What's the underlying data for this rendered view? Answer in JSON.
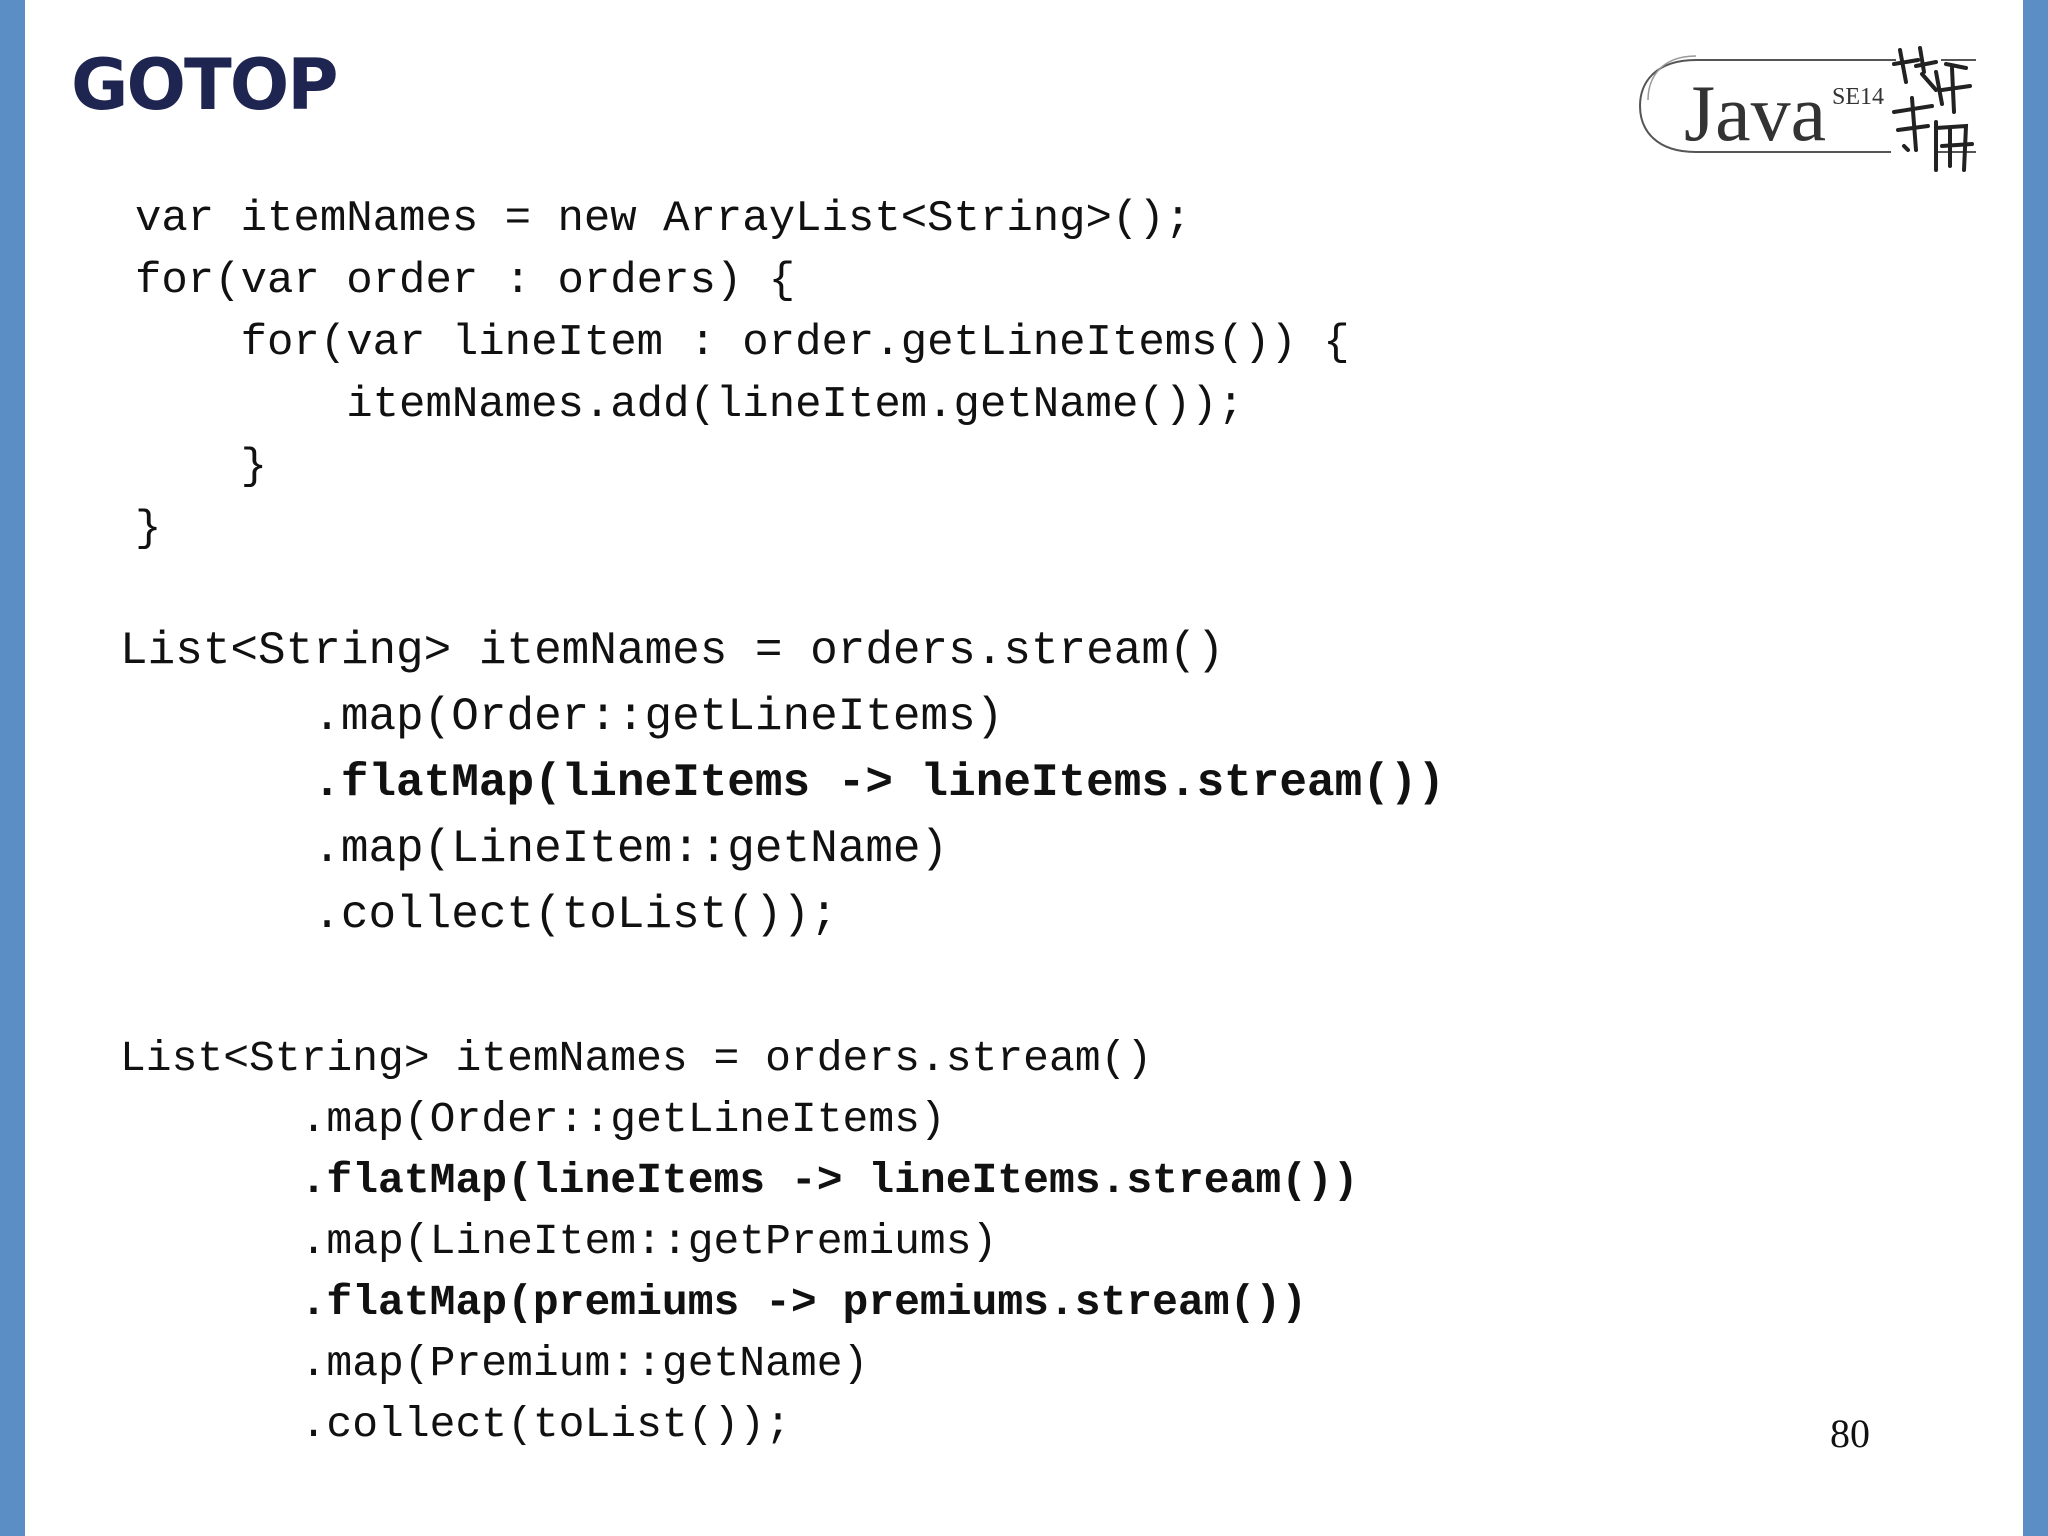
{
  "logo": {
    "gotop": {
      "text": "GOTOP",
      "color": "#1e2550"
    },
    "java": {
      "text": "Java",
      "edition": "SE14",
      "chinese": "技術手冊"
    }
  },
  "code_blocks": [
    {
      "lines": [
        "var itemNames = new ArrayList<String>();",
        "for(var order : orders) {",
        "    for(var lineItem : order.getLineItems()) {",
        "        itemNames.add(lineItem.getName());",
        "    }",
        "}"
      ]
    },
    {
      "lines": [
        "List<String> itemNames = orders.stream()",
        "       .map(Order::getLineItems)",
        "       .flatMap(lineItems -> lineItems.stream())",
        "       .map(LineItem::getName)",
        "       .collect(toList());"
      ],
      "bold_lines": [
        2
      ]
    },
    {
      "lines": [
        "List<String> itemNames = orders.stream()",
        "       .map(Order::getLineItems)",
        "       .flatMap(lineItems -> lineItems.stream())",
        "       .map(LineItem::getPremiums)",
        "       .flatMap(premiums -> premiums.stream())",
        "       .map(Premium::getName)",
        "       .collect(toList());"
      ],
      "bold_lines": [
        2,
        4
      ]
    }
  ],
  "page_number": "80",
  "colors": {
    "side_bar": "#5a8ec4",
    "code_text": "#111111"
  }
}
